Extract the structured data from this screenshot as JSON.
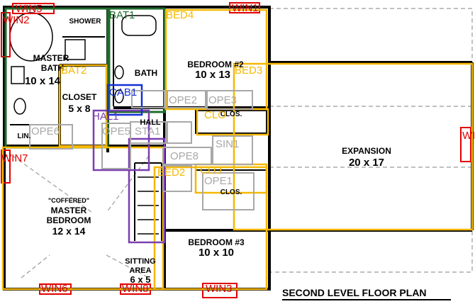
{
  "plan": {
    "title": "SECOND LEVEL FLOOR PLAN",
    "rooms": {
      "shower": "SHOWER",
      "master_bath_1": "MASTER",
      "master_bath_2": "BATH",
      "master_bath_3": "10 x 14",
      "closet_1": "CLOSET",
      "closet_2": "5 x 8",
      "bath": "BATH",
      "lin": "LIN.",
      "hall": "HALL",
      "bedroom2_1": "BEDROOM #2",
      "bedroom2_2": "10 x 13",
      "clos_upper": "CLOS.",
      "clos_lower": "CLOS.",
      "expansion_1": "EXPANSION",
      "expansion_2": "20 x 17",
      "coffered": "\"COFFERED\"",
      "master_bed_1": "MASTER",
      "master_bed_2": "BEDROOM",
      "master_bed_3": "12 x 14",
      "sitting_1": "SITTING",
      "sitting_2": "AREA",
      "sitting_3": "6 x 5",
      "bedroom3_1": "BEDROOM #3",
      "bedroom3_2": "10 x 10"
    },
    "annotations": {
      "win_top_left": "WIN5",
      "win_left": "WIN2",
      "bat1": "BAT1",
      "bed4": "BED4",
      "win_top_right": "WIN1",
      "bed3": "BED3",
      "bat2": "BAT2",
      "cab1": "CAB1",
      "ope2": "OPE2",
      "ope3": "OPE3",
      "clo": "CLO",
      "hal1": "HAL1",
      "ope5": "OPE5",
      "sta1": "STA1",
      "ope6": "OPE6",
      "ope8": "OPE8",
      "sin1": "SIN1",
      "win_right": "WI",
      "win7": "WIN7",
      "bed2": "BED2",
      "clo2": "CLO",
      "ope1": "OPE1",
      "win_bottom_1": "WIN6",
      "win_bottom_2": "WIN8",
      "win_bottom_3": "WIN3"
    },
    "colors": {
      "wall": "#000000",
      "dashed": "#9a9a9a",
      "bedroom": "#f5b800",
      "bathroom": "#1f6b2d",
      "window": "#e00000",
      "opening": "#a8a8a8",
      "hall": "#7a3fb0",
      "cabinet": "#1530d8"
    }
  }
}
